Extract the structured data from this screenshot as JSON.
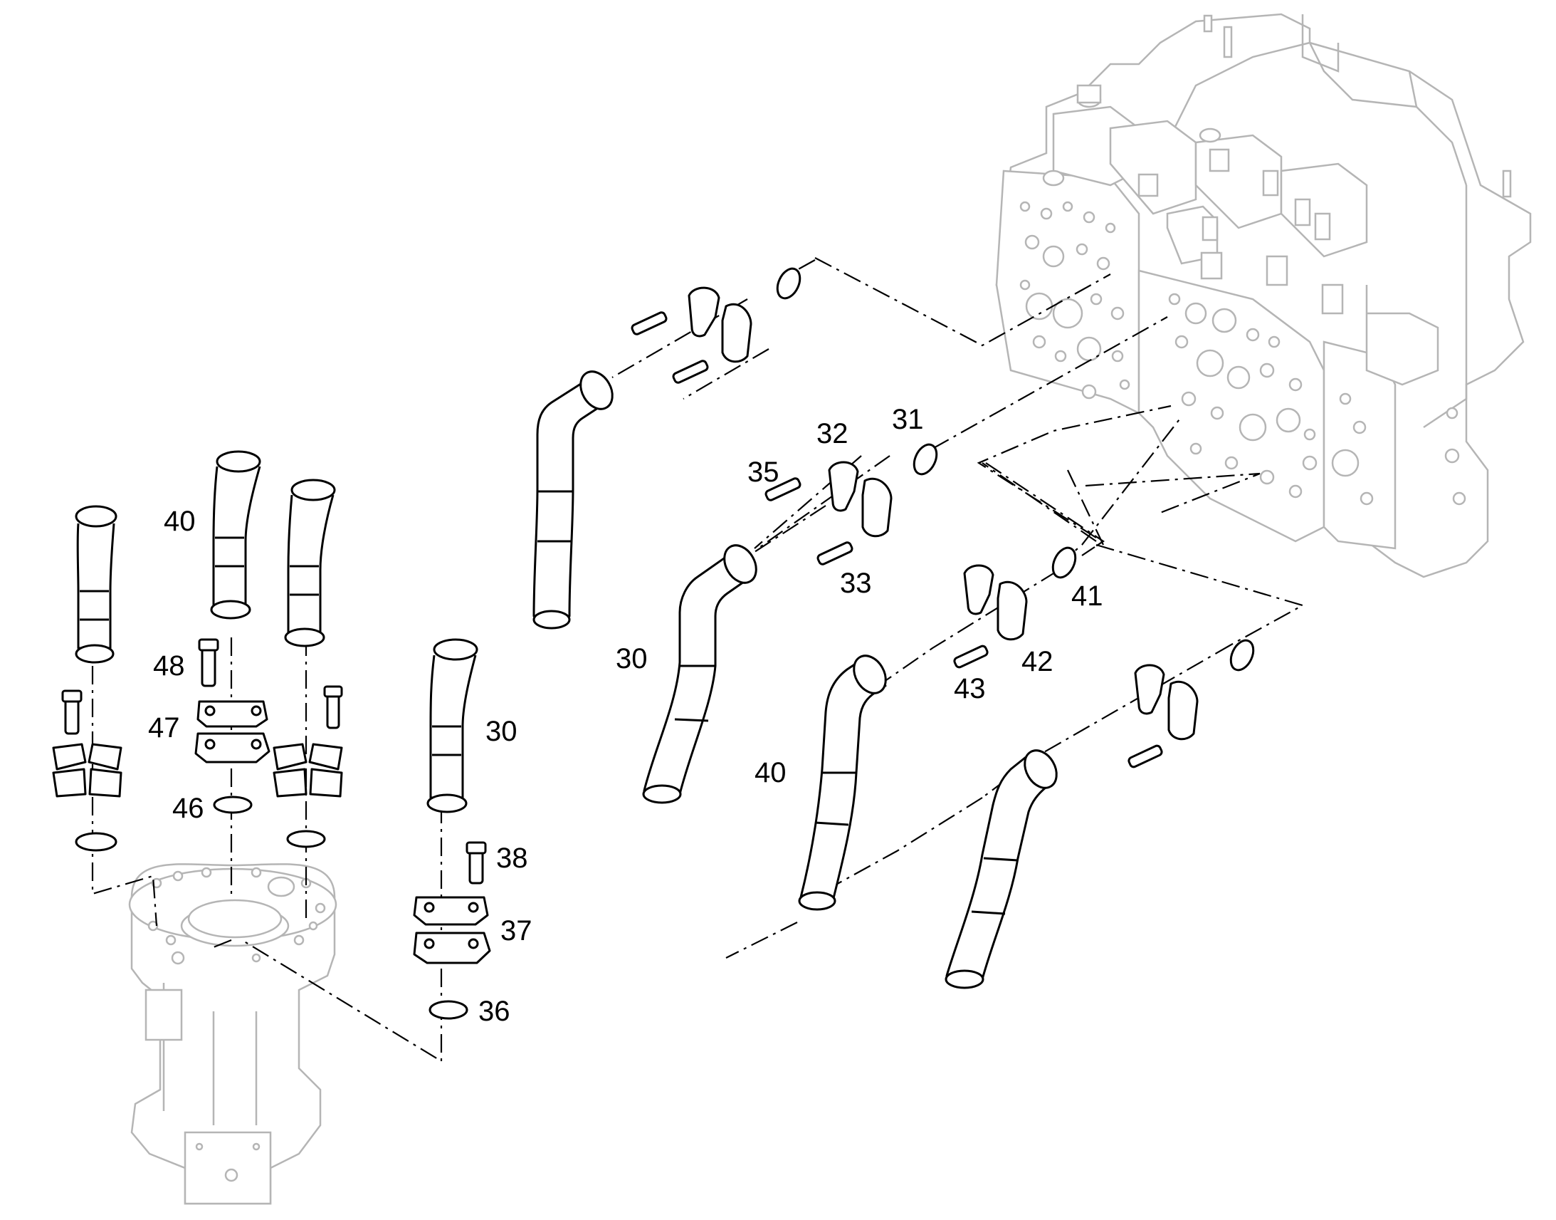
{
  "callouts": {
    "c40a": "40",
    "c48": "48",
    "c47": "47",
    "c46": "46",
    "c30a": "30",
    "c38": "38",
    "c37": "37",
    "c36": "36",
    "c32": "32",
    "c31": "31",
    "c35": "35",
    "c33": "33",
    "c30b": "30",
    "c41": "41",
    "c42": "42",
    "c43": "43",
    "c40b": "40"
  }
}
